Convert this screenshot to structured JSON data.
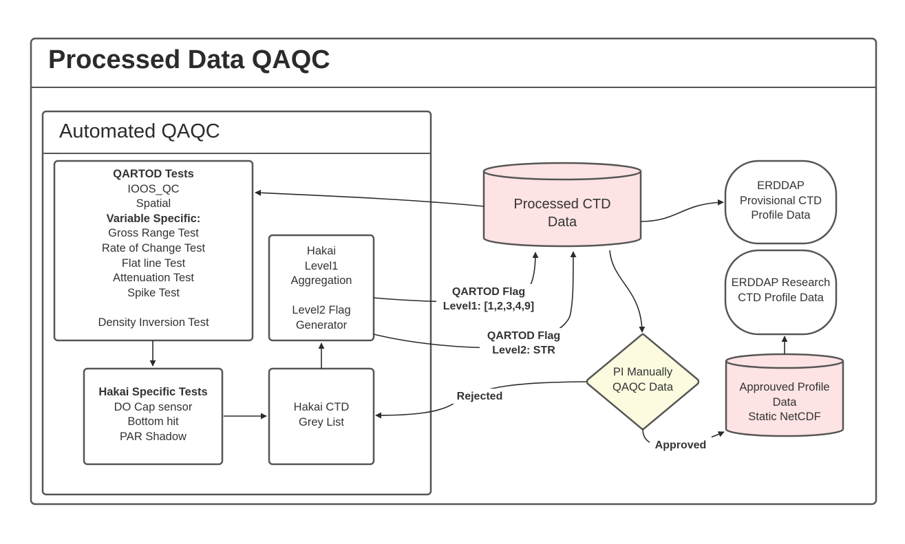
{
  "title": "Processed Data QAQC",
  "automated": {
    "title": "Automated QAQC"
  },
  "qartod": {
    "heading": "QARTOD Tests",
    "lines": [
      "IOOS_QC",
      "Spatial"
    ],
    "variable_heading": "Variable Specific:",
    "tests": [
      "Gross Range Test",
      "Rate of Change Test",
      "Flat line Test",
      "Attenuation Test",
      "Spike Test"
    ],
    "extra": "Density Inversion Test"
  },
  "aggregation": {
    "lines": [
      "Hakai",
      "Level1",
      "Aggregation"
    ],
    "lines2": [
      "Level2 Flag",
      "Generator"
    ]
  },
  "hakai_tests": {
    "heading": "Hakai Specific Tests",
    "lines": [
      "DO Cap sensor",
      "Bottom hit",
      "PAR Shadow"
    ]
  },
  "grey_list": {
    "lines": [
      "Hakai CTD",
      "Grey List"
    ]
  },
  "processed_ctd": {
    "lines": [
      "Processed CTD",
      "Data"
    ]
  },
  "erddap_provisional": {
    "lines": [
      "ERDDAP",
      "Provisional CTD",
      "Profile Data"
    ]
  },
  "erddap_research": {
    "lines": [
      "ERDDAP Research",
      "CTD Profile Data"
    ]
  },
  "pi_manual": {
    "lines": [
      "PI Manually",
      "QAQC Data"
    ]
  },
  "approved_data": {
    "lines": [
      "Approuved Profile",
      "Data",
      "Static NetCDF"
    ]
  },
  "edge_labels": {
    "flag_level1": [
      "QARTOD Flag",
      "Level1: [1,2,3,4,9]"
    ],
    "flag_level2": [
      "QARTOD Flag",
      "Level2: STR"
    ],
    "rejected": "Rejected",
    "approved": "Approved"
  },
  "colors": {
    "outline": "#555555",
    "database_fill": "#fde3e3",
    "decision_fill": "#fdfbdf",
    "box_fill": "#ffffff"
  }
}
